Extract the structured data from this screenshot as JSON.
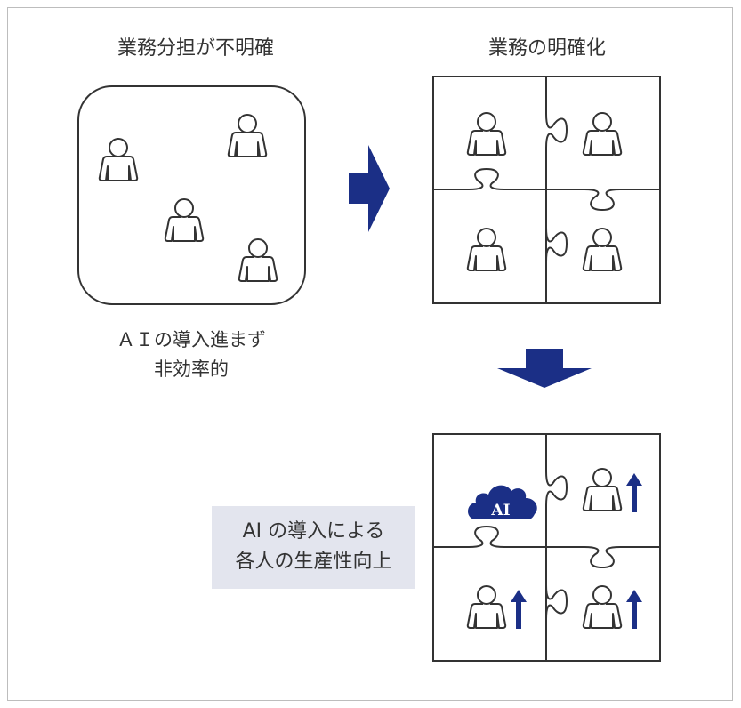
{
  "colors": {
    "accent": "#1b2f86",
    "stroke": "#333333",
    "border": "#bdbdbd",
    "badge_bg": "#e3e5ee"
  },
  "panels": {
    "before": {
      "title": "業務分担が不明確",
      "caption_lines": [
        "ＡＩの導入進まず",
        "非効率的"
      ],
      "people_count": 4
    },
    "clarified": {
      "title": "業務の明確化",
      "people_count": 4
    },
    "after": {
      "ai_icon_label": "AI",
      "people_count": 3,
      "badge_lines": [
        "AI の導入による",
        "各人の生産性向上"
      ]
    }
  },
  "arrows": {
    "right": "arrow-right",
    "down": "arrow-down"
  }
}
